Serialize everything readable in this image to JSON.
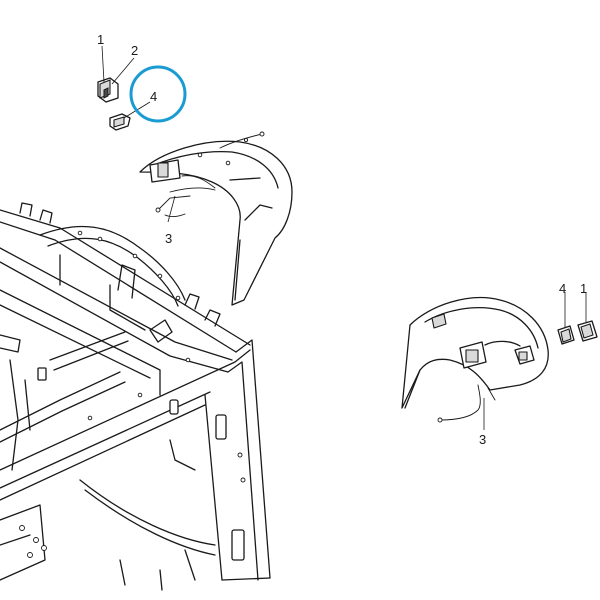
{
  "diagram": {
    "callouts": [
      {
        "id": "c1a",
        "label": "1"
      },
      {
        "id": "c2a",
        "label": "2"
      },
      {
        "id": "c4a",
        "label": "4"
      },
      {
        "id": "c3a",
        "label": "3"
      },
      {
        "id": "c4b",
        "label": "4"
      },
      {
        "id": "c1b",
        "label": "1"
      },
      {
        "id": "c3b",
        "label": "3"
      }
    ],
    "highlight": {
      "color": "#1a9bd2",
      "target": "c4a"
    }
  }
}
